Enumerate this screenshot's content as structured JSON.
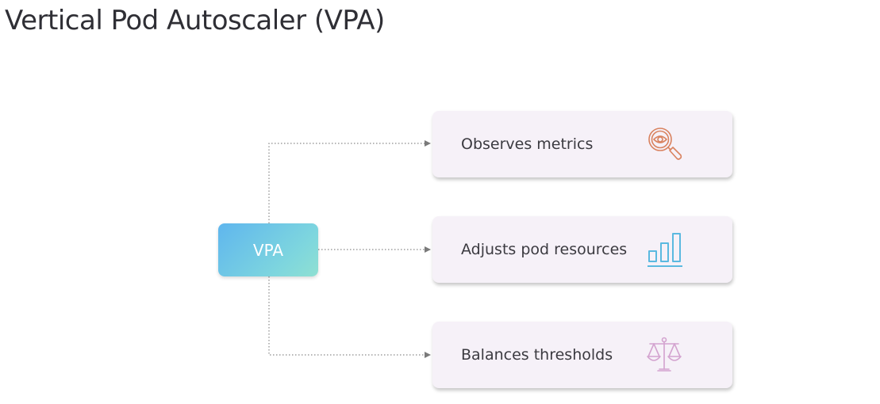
{
  "title": "Vertical Pod Autoscaler (VPA)",
  "center_node": {
    "label": "VPA"
  },
  "cards": [
    {
      "label": "Observes metrics",
      "icon": "magnifier-eye-icon",
      "icon_color": "#d9825f"
    },
    {
      "label": "Adjusts pod resources",
      "icon": "bar-chart-icon",
      "icon_color": "#5bb9e0"
    },
    {
      "label": "Balances thresholds",
      "icon": "balance-scale-icon",
      "icon_color": "#d3a3cf"
    }
  ],
  "colors": {
    "node_gradient_start": "#5fb6ee",
    "node_gradient_end": "#8fe0d2",
    "card_background": "#f6f1f8",
    "connector": "#8a8a8a"
  }
}
